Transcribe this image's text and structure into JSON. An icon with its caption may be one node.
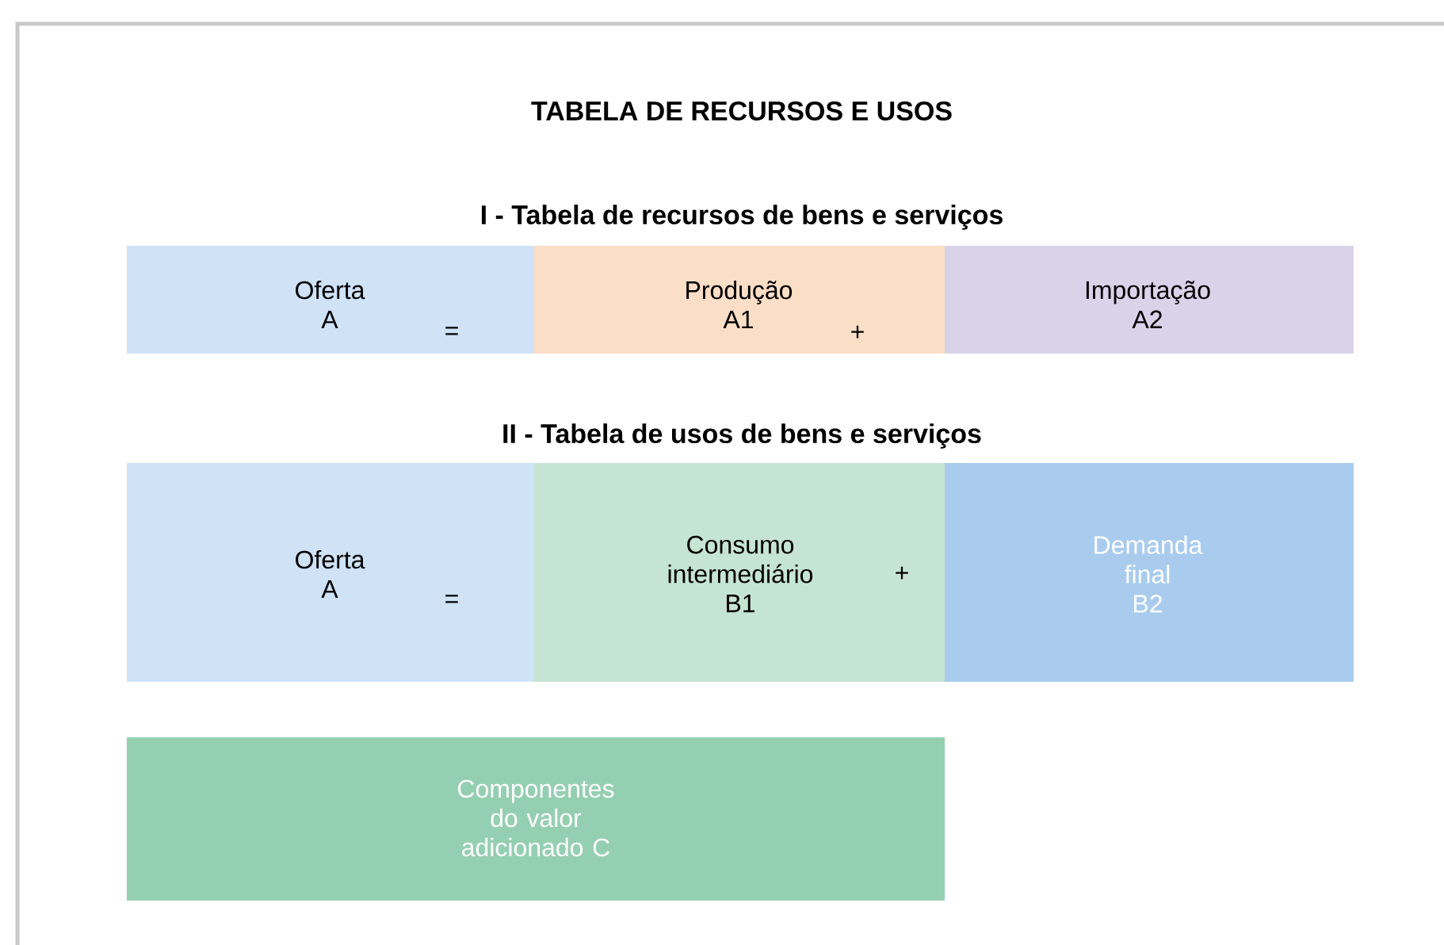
{
  "diagram": {
    "title": "TABELA DE RECURSOS E USOS",
    "nodes": [
      {
        "text": [
          "Oferta A",
          "="
        ]
      },
      {
        "text": [
          "Produção A1",
          "+"
        ]
      },
      {
        "text": [
          "Importação A2"
        ]
      },
      {
        "text": [
          "Oferta A",
          "="
        ]
      },
      {
        "text": [
          "Consumo intermediário B1",
          "+"
        ]
      },
      {
        "text": [
          "Demanda final B2"
        ]
      },
      {
        "text": [
          "Componentes do valor adicionado C"
        ]
      }
    ],
    "labels": [
      "I - Tabela de recursos de bens e serviços",
      "II - Tabela de usos de bens e serviços"
    ]
  }
}
